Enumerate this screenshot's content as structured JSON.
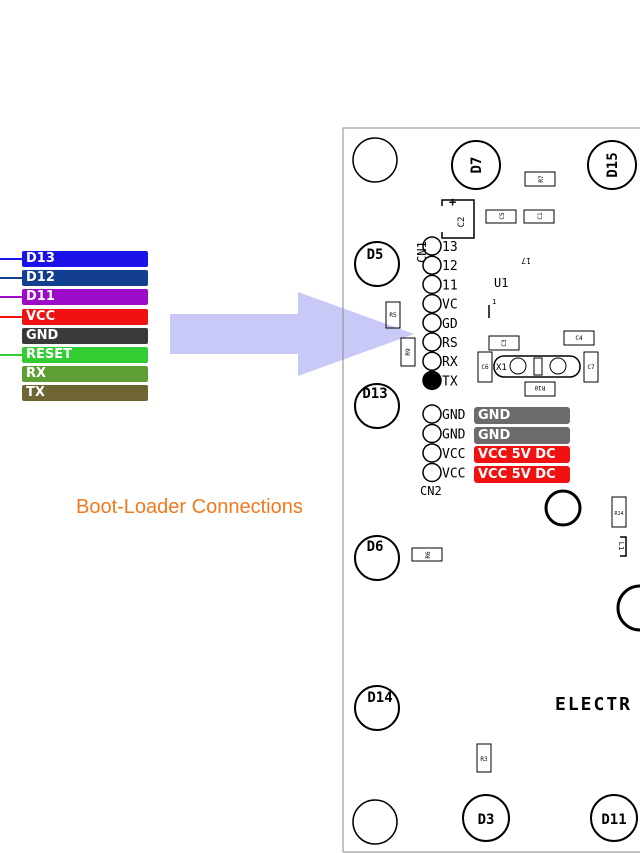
{
  "pins": [
    {
      "label": "D13",
      "color": "#1a12e6",
      "wire": "#1a12e6",
      "wired": true
    },
    {
      "label": "D12",
      "color": "#133f8f",
      "wire": "#133f8f",
      "wired": true
    },
    {
      "label": "D11",
      "color": "#9d0bc9",
      "wire": "#9d0bc9",
      "wired": true
    },
    {
      "label": "VCC",
      "color": "#f21111",
      "wire": "#f21111",
      "wired": true
    },
    {
      "label": "GND",
      "color": "#3a3a3a",
      "wire": "#3a3a3a",
      "wired": false
    },
    {
      "label": "RESET",
      "color": "#33cc33",
      "wire": "#33cc33",
      "wired": true
    },
    {
      "label": "RX",
      "color": "#5e9e35",
      "wire": "#5e9e35",
      "wired": false
    },
    {
      "label": "TX",
      "color": "#6e6532",
      "wire": "#6e6532",
      "wired": false
    }
  ],
  "boot_title": "Boot-Loader Connections",
  "board": {
    "holes_top": [
      "D7",
      "D15"
    ],
    "holes_left": [
      "D5",
      "D13",
      "D6",
      "D14"
    ],
    "holes_bottom": [
      "D3",
      "D11"
    ],
    "cn1_label": "CN1",
    "cn1_pins": [
      "13",
      "12",
      "11",
      "VC",
      "GD",
      "RS",
      "RX",
      "TX"
    ],
    "cn2_label": "CN2",
    "cn2_pins": [
      "GND",
      "GND",
      "VCC",
      "VCC"
    ],
    "power_labels": [
      {
        "label": "GND",
        "color": "#6b6b6b"
      },
      {
        "label": "GND",
        "color": "#6b6b6b"
      },
      {
        "label": "VCC 5V DC",
        "color": "#f21111"
      },
      {
        "label": "VCC 5V DC",
        "color": "#f21111"
      }
    ],
    "u1_label": "U1",
    "x1_label": "X1",
    "brand_text": "ELECTR",
    "components": [
      "C2",
      "C5",
      "C1",
      "R7",
      "R5",
      "R9",
      "C3",
      "C4",
      "C6",
      "C7",
      "R10",
      "R14",
      "L1",
      "R6",
      "R3",
      "17",
      "1",
      "+"
    ]
  },
  "colors": {
    "arrow": "#c9c9f7",
    "title": "#f07a1e",
    "board_line": "#000000"
  }
}
